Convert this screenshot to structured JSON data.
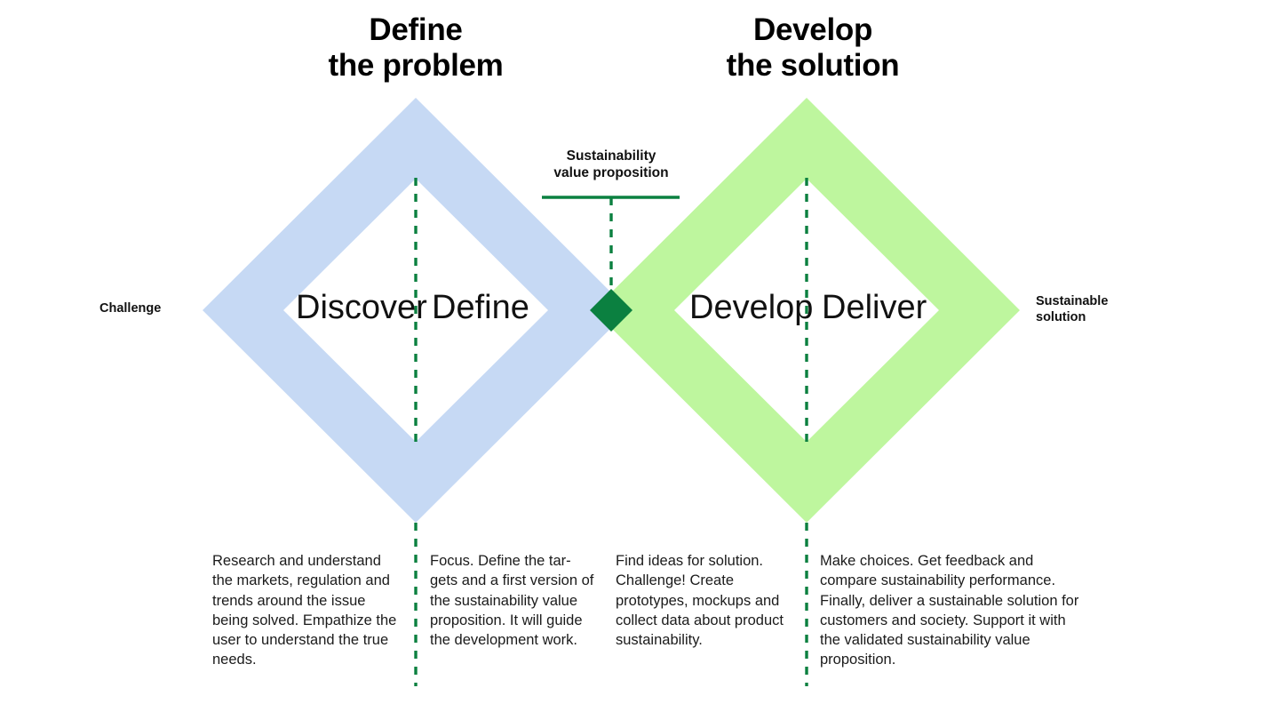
{
  "diagram": {
    "title": "Double Diamond with Sustainability Value Proposition",
    "headings": {
      "left": "Define\nthe problem",
      "right": "Develop\nthe solution"
    },
    "side_labels": {
      "input": "Challenge",
      "output": "Sustainable\nsolution"
    },
    "callout": {
      "text": "Sustainability\nvalue proposition"
    },
    "stages": [
      {
        "key": "discover",
        "label": "Discover",
        "description": "Research and understand the markets, regulation and trends around the issue being solved. Empathize the user to understand the true needs."
      },
      {
        "key": "define",
        "label": "Define",
        "description": "Focus. Define the tar-gets and a first version of the sustainability value proposition. It will guide the development work."
      },
      {
        "key": "develop",
        "label": "Develop",
        "description": "Find ideas for solution. Challenge! Create prototypes, mockups and collect data about product sustainability."
      },
      {
        "key": "deliver",
        "label": "Deliver",
        "description": "Make choices. Get feedback and compare sustainability performance. Finally, deliver a sustainable solution for customers and society. Support it with the validated sustainability value proposition."
      }
    ],
    "colors": {
      "diamond_left": "#c6d9f4",
      "diamond_right": "#bef69e",
      "accent_green": "#0b8040",
      "text": "#111111",
      "background": "#ffffff"
    },
    "icons": {
      "center_marker": "diamond-marker-icon"
    }
  }
}
